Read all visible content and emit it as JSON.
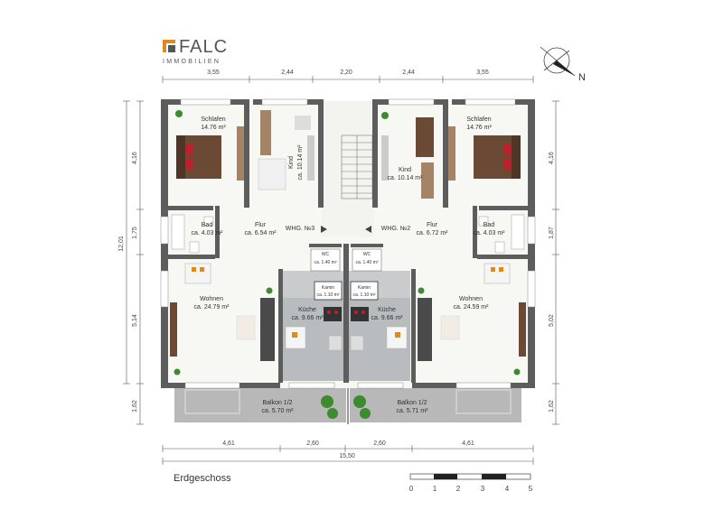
{
  "brand": {
    "name": "FALC",
    "sub": "IMMOBILIEN",
    "color": "#c8102e",
    "logo_color": "#e08a1e"
  },
  "compass": {
    "label": "N"
  },
  "top_dims": [
    "3,55",
    "2,44",
    "2,20",
    "2,44",
    "3,55"
  ],
  "bottom_dims": [
    "4,61",
    "2,60",
    "2,60",
    "4,61"
  ],
  "total_width": "15,50",
  "left_total": "12,01",
  "left_dims": [
    "4,16",
    "1,75",
    "5,14",
    "1,62"
  ],
  "right_dims": [
    "4,16",
    "1,87",
    "5,02",
    "1,62"
  ],
  "rooms": {
    "schlafen_l": {
      "name": "Schlafen",
      "area": "14.76 m²"
    },
    "schlafen_r": {
      "name": "Schlafen",
      "area": "14.76 m²"
    },
    "kind_l": {
      "name": "Kind",
      "area": "ca. 10.14 m²"
    },
    "kind_r": {
      "name": "Kind",
      "area": "ca. 10.14 m²"
    },
    "bad_l": {
      "name": "Bad",
      "area": "ca. 4.03 m²"
    },
    "bad_r": {
      "name": "Bad",
      "area": "ca. 4.03 m²"
    },
    "flur_l": {
      "name": "Flur",
      "area": "ca. 6.54 m²"
    },
    "flur_r": {
      "name": "Flur",
      "area": "ca. 6.72 m²"
    },
    "wohnen_l": {
      "name": "Wohnen",
      "area": "ca. 24.79 m²"
    },
    "wohnen_r": {
      "name": "Wohnen",
      "area": "ca. 24.59 m²"
    },
    "kueche_l": {
      "name": "Küche",
      "area": "ca. 9.66 m²"
    },
    "kueche_r": {
      "name": "Küche",
      "area": "ca. 9.66 m²"
    },
    "wc_l": {
      "name": "WC",
      "area": "ca. 1.40 m²"
    },
    "wc_r": {
      "name": "WC",
      "area": "ca. 1.40 m²"
    },
    "kamin_l": {
      "name": "Kamin",
      "area": "ca. 1.10 m²"
    },
    "kamin_r": {
      "name": "Kamin",
      "area": "ca. 1.10 m²"
    },
    "balkon_l": {
      "name": "Balkon 1/2",
      "area": "ca. 5.70 m²"
    },
    "balkon_r": {
      "name": "Balkon 1/2",
      "area": "ca. 5.71 m²"
    }
  },
  "apartments": {
    "left": "WHG. №3",
    "right": "WHG. №2"
  },
  "floor_label": "Erdgeschoss",
  "scale": [
    "0",
    "1",
    "2",
    "3",
    "4",
    "5"
  ]
}
